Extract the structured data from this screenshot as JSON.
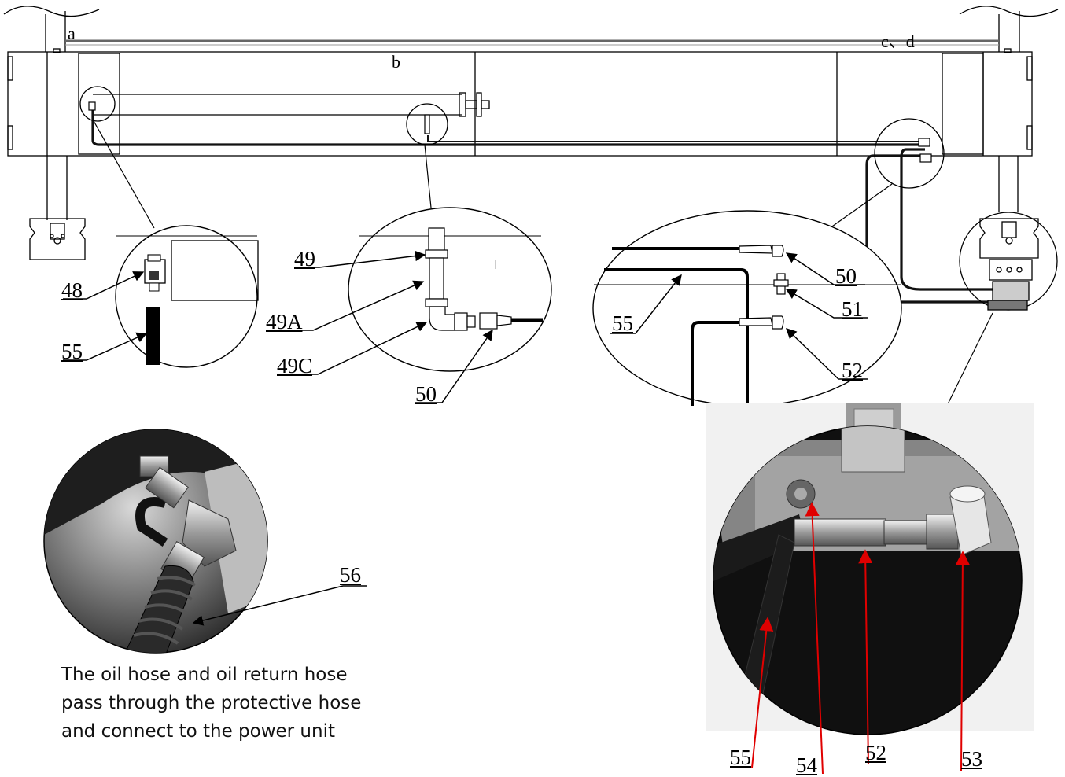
{
  "lift_tags": {
    "a": "a",
    "b": "b",
    "cd": "c、d"
  },
  "callouts": {
    "n48": "48",
    "n55_left": "55",
    "n49": "49",
    "n49A": "49A",
    "n49C": "49C",
    "n50_mid": "50",
    "n50_right": "50",
    "n51": "51",
    "n55_right": "55",
    "n52_right": "52",
    "n56": "56",
    "n55_photo": "55",
    "n54": "54",
    "n52_photo": "52",
    "n53": "53"
  },
  "caption": {
    "line1": "The oil hose and oil return hose",
    "line2": "pass through the protective hose",
    "line3": "and connect to the power unit"
  },
  "colors": {
    "line": "#000000",
    "hose": "#111111",
    "beam": "#555555",
    "pointer_red": "#e00000"
  }
}
